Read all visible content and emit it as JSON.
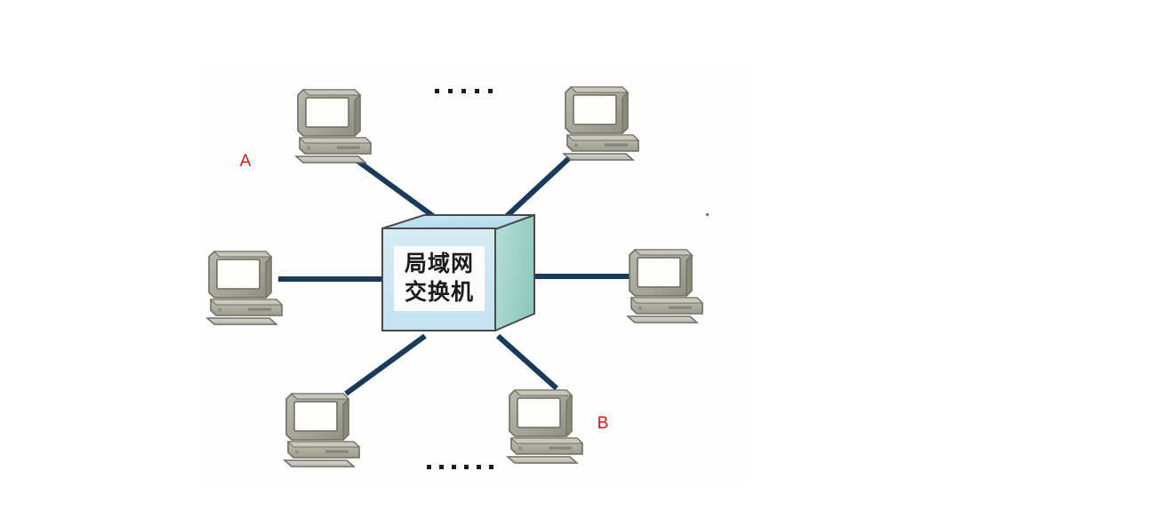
{
  "diagram": {
    "title": "局域网交换机",
    "background_color": "#ffffff",
    "panel_color": "#fefefe",
    "link_color": "#1a3a5c",
    "label_color": "#ee1111",
    "switch": {
      "name": "lan-switch",
      "line1": "局域网",
      "line2": "交换机",
      "front_face_color": "#cfe8f2",
      "top_face_color": "#bcdff0",
      "side_face_color": "#9ed3cb",
      "label_panel_color": "#fbfcfc",
      "outline_color": "#4a4a4a"
    },
    "computers": [
      {
        "id": "pc-top-left",
        "label": "A",
        "label_color": "#ee1111"
      },
      {
        "id": "pc-top-right",
        "label": "",
        "label_color": "#ee1111"
      },
      {
        "id": "pc-left",
        "label": "",
        "label_color": "#ee1111"
      },
      {
        "id": "pc-right",
        "label": "",
        "label_color": "#ee1111"
      },
      {
        "id": "pc-bottom-left",
        "label": "",
        "label_color": "#ee1111"
      },
      {
        "id": "pc-bottom-right",
        "label": "B",
        "label_color": "#ee1111"
      }
    ],
    "labels": {
      "a": "A",
      "b": "B"
    },
    "ellipsis": {
      "top_count": "5",
      "bottom_count": "6",
      "dot_color": "#1b1b1b"
    },
    "links": [
      {
        "from": "lan-switch",
        "to": "pc-top-left"
      },
      {
        "from": "lan-switch",
        "to": "pc-top-right"
      },
      {
        "from": "lan-switch",
        "to": "pc-left"
      },
      {
        "from": "lan-switch",
        "to": "pc-right"
      },
      {
        "from": "lan-switch",
        "to": "pc-bottom-left"
      },
      {
        "from": "lan-switch",
        "to": "pc-bottom-right"
      }
    ]
  }
}
